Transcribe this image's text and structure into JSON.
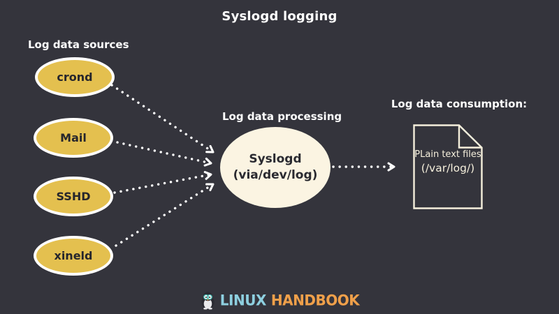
{
  "title": "Syslogd logging",
  "sections": {
    "sources_label": "Log data sources",
    "processing_label": "Log data processing",
    "consumption_label": "Log data consumption:"
  },
  "sources": {
    "items": [
      {
        "label": "crond"
      },
      {
        "label": "Mail"
      },
      {
        "label": "SSHD"
      },
      {
        "label": "xineld"
      }
    ]
  },
  "processing_node": {
    "line1": "Syslogd",
    "line2": "(via/dev/log)"
  },
  "consumption_node": {
    "line1": "PLain text files",
    "line2": "(/var/log/)"
  },
  "footer": {
    "brand_part1": "LINUX",
    "brand_part2": "HANDBOOK"
  },
  "icons": {
    "penguin": "penguin-mascot-icon",
    "text_file": "text-file-icon"
  },
  "colors": {
    "background": "#34343c",
    "node_yellow": "#e4c04f",
    "node_cream": "#fbf4e2",
    "text_light": "#ffffff",
    "text_dark": "#26262c",
    "brand_blue": "#8ed0e0",
    "brand_orange": "#f0a04a"
  }
}
